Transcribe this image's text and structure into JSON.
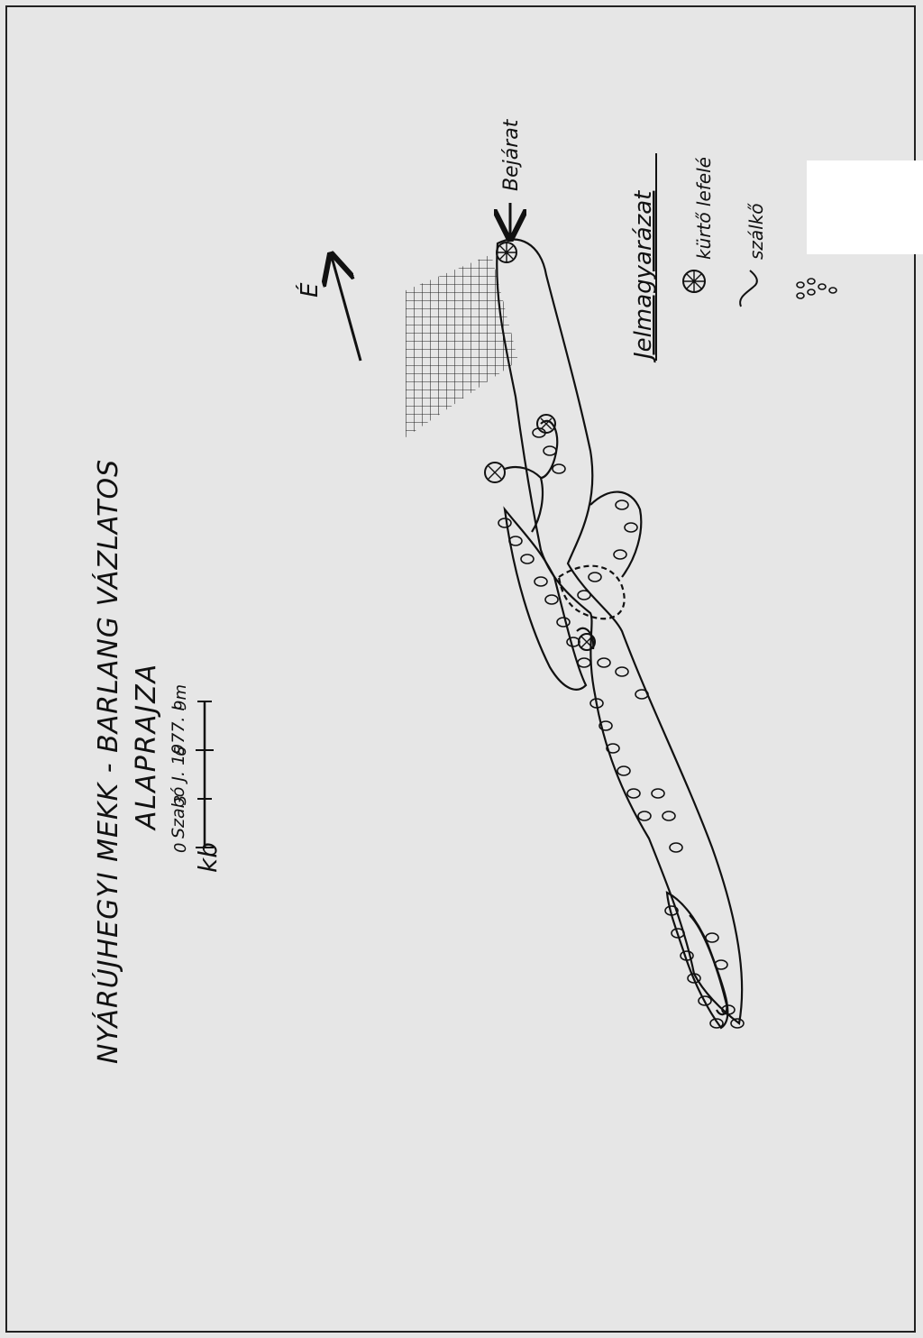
{
  "title": {
    "line1": "NYÁRÚJHEGYI MEKK - BARLANG VÁZLATOS",
    "line2": "ALAPRAJZA",
    "author": "Szabó J. 1977. I"
  },
  "scale": {
    "unit_prefix": "kb",
    "ticks": [
      "0",
      "3",
      "6",
      "9m"
    ]
  },
  "north_label": "É",
  "entrance_label": "Bejárat",
  "legend": {
    "title": "Jelmagyarázat",
    "items": [
      {
        "icon": "chimney-down-icon",
        "label": "kürtő lefelé"
      },
      {
        "icon": "stalactite-icon",
        "label": "szálkő"
      },
      {
        "icon": "rubble-icon",
        "label": ""
      }
    ]
  }
}
